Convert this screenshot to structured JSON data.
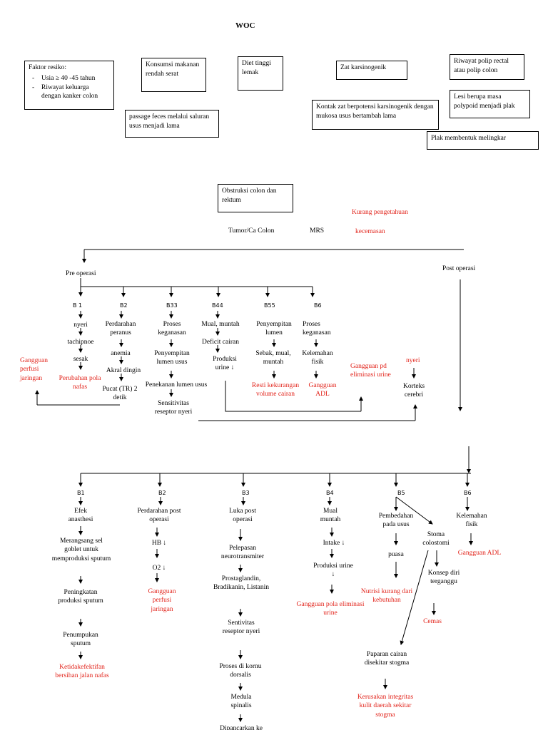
{
  "title": "WOC",
  "risk_factors": {
    "heading": "Faktor resiko:",
    "items": [
      "Usia ≥ 40 -45 tahun",
      "Riwayat keluarga dengan kanker colon"
    ]
  },
  "top_boxes": {
    "konsumsi": "Konsumsi makanan rendah serat",
    "diet": "Diet tinggi lemak",
    "zat": "Zat karsinogenik",
    "polip": "Riwayat polip rectal atau polip colon",
    "passage": "passage feces melalui saluran usus menjadi lama",
    "kontak": "Kontak zat berpotensi karsinogenik dengan mukosa usus bertambah lama",
    "lesi": "Lesi berupa masa polypoid menjadi plak",
    "plak": "Plak membentuk melingkar",
    "obstruksi": "Obstruksi colon dan rektum"
  },
  "mid": {
    "kurang": "Kurang pengetahuan",
    "tumor": "Tumor/Ca Colon",
    "mrs": "MRS",
    "kecemasan": "kecemasan",
    "pre": "Pre operasi",
    "post": "Post operasi"
  },
  "pre": {
    "b1": {
      "code": "B 1",
      "nyeri": "nyeri",
      "tach": "tachipnoe",
      "sesak": "sesak",
      "outcome": "Perubahan pola nafas"
    },
    "b2": {
      "code": "B2",
      "a": "Perdarahan peranus",
      "b": "anemia",
      "c": "Akral dingin",
      "d": "Pucat (TR) 2 detik"
    },
    "b3": {
      "code": "B33",
      "a": "Proses keganasan",
      "b": "Penyempitan lumen usus",
      "c": "Penekanan lumen usus",
      "d": "Sensitivitas reseptor nyeri"
    },
    "b4": {
      "code": "B44",
      "a": "Mual, muntah",
      "b": "Deficit cairan",
      "c": "Produksi urine ↓"
    },
    "b5": {
      "code": "B55",
      "a": "Penyempitan lumen",
      "b": "Sebak, mual, muntah",
      "outcome": "Resti kekurangan volume cairan"
    },
    "b6": {
      "code": "B6",
      "a": "Proses keganasan",
      "b": "Kelemahan fisik",
      "outcome": "Gangguan ADL"
    },
    "perfusi": "Gangguan perfusi jaringan",
    "eliminasi": "Gangguan pd eliminasi urine",
    "nyeri_red": "nyeri",
    "korteks": "Korteks cerebri"
  },
  "post": {
    "b1": {
      "code": "B1",
      "a": "Efek anasthesi",
      "b": "Merangsang sel goblet untuk memproduksi sputum",
      "c": "Peningkatan produksi sputum",
      "d": "Penumpukan sputum",
      "outcome": "Ketidakefektifan bersihan jalan nafas"
    },
    "b2": {
      "code": "B2",
      "a": "Perdarahan post operasi",
      "b": "HB ↓",
      "c": "O2 ↓",
      "outcome": "Gangguan perfusi jaringan"
    },
    "b3": {
      "code": "B3",
      "a": "Luka post operasi",
      "b": "Pelepasan neurotransmiter",
      "c": "Prostaglandin, Bradikanin, Listanin",
      "d": "Sentivitas reseptor nyeri",
      "e": "Proses di kornu dorsalis",
      "f": "Medula spinalis",
      "g": "Dipancarkan ke"
    },
    "b4": {
      "code": "B4",
      "a": "Mual muntah",
      "b": "Intake ↓",
      "c": "Produksi urine ↓",
      "outcome": "Gangguan pola eliminasi urine"
    },
    "b5": {
      "code": "B5",
      "a": "Pembedahan pada usus",
      "b": "puasa",
      "outcome": "Nutrisi kurang dari kebutuhan",
      "stoma": "Stoma colostomi",
      "konsep": "Konsep diri terganggu",
      "cemas": "Cemas",
      "paparan": "Paparan cairan disekitar stogma",
      "kerusakan": "Kerusakan integritas kulit daerah sekitar stogma"
    },
    "b6": {
      "code": "B6",
      "a": "Kelemahan fisik",
      "outcome": "Gangguan ADL"
    }
  },
  "colors": {
    "outcome_red": "#e2231a"
  }
}
